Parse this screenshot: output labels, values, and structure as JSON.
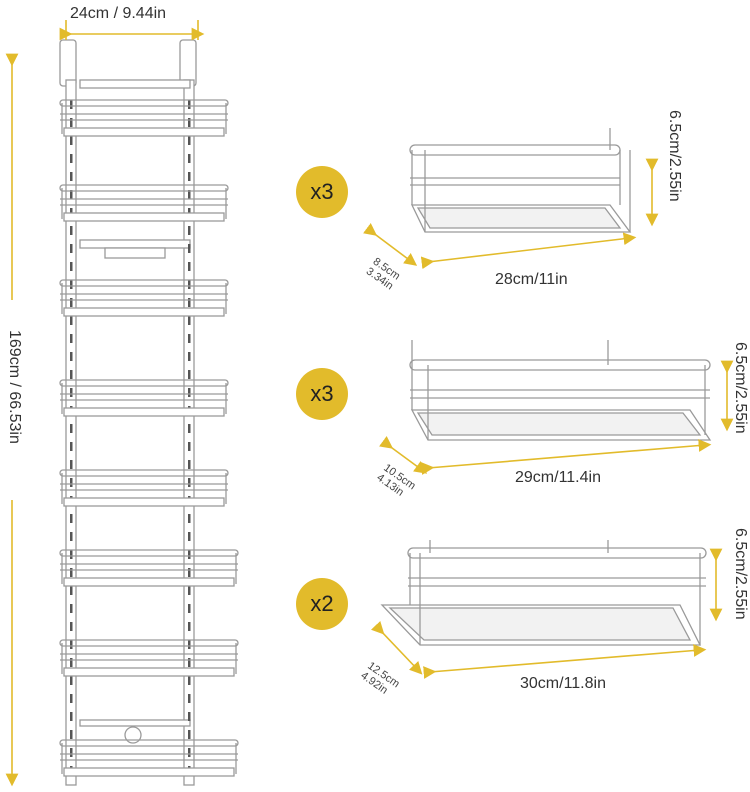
{
  "colors": {
    "badge": "#e2bb2b",
    "arrow": "#e2bb2b",
    "line": "#9a9a9a",
    "fill": "#ffffff"
  },
  "tower": {
    "width_label": "24cm / 9.44in",
    "height_label": "169cm / 66.53in"
  },
  "baskets": [
    {
      "qty": "x3",
      "length": "28cm/11in",
      "depth_cm": "8.5cm",
      "depth_in": "3.34in",
      "height": "6.5cm/2.55in"
    },
    {
      "qty": "x3",
      "length": "29cm/11.4in",
      "depth_cm": "10.5cm",
      "depth_in": "4.13in",
      "height": "6.5cm/2.55in"
    },
    {
      "qty": "x2",
      "length": "30cm/11.8in",
      "depth_cm": "12.5cm",
      "depth_in": "4.92in",
      "height": "6.5cm/2.55in"
    }
  ]
}
